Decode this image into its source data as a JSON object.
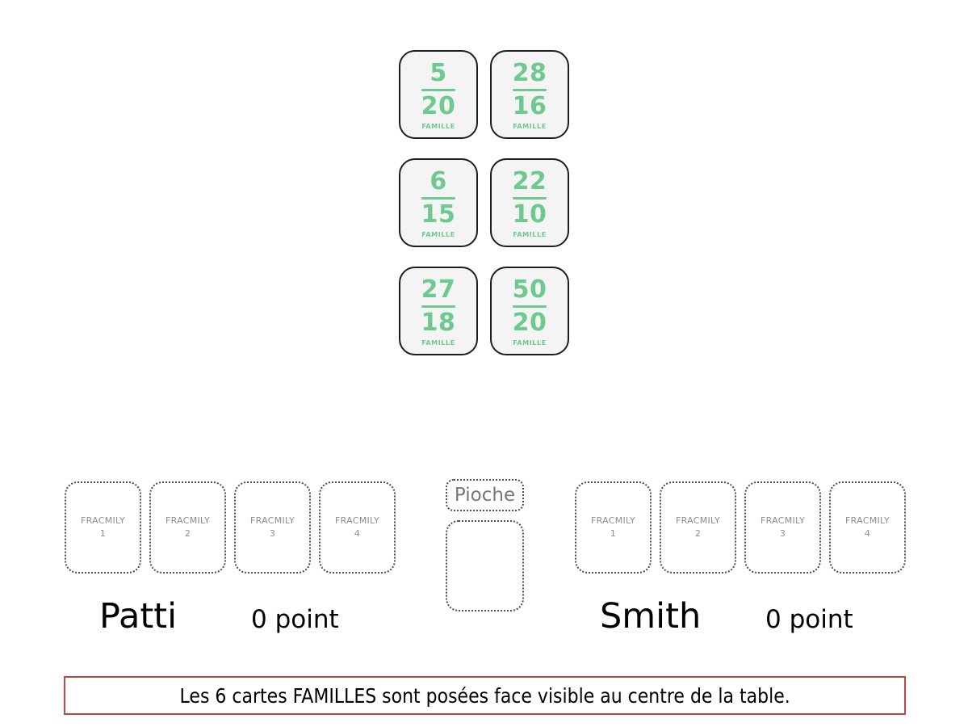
{
  "colors": {
    "accent_green": "#6dc98e",
    "card_background": "#f4f4f4",
    "card_border": "#1d1d1d",
    "placeholder_text": "#8d8d8d",
    "message_border": "#c54343"
  },
  "center_table": {
    "family_cards": [
      {
        "numerator": "5",
        "denominator": "20",
        "label": "FAMILLE"
      },
      {
        "numerator": "28",
        "denominator": "16",
        "label": "FAMILLE"
      },
      {
        "numerator": "6",
        "denominator": "15",
        "label": "FAMILLE"
      },
      {
        "numerator": "22",
        "denominator": "10",
        "label": "FAMILLE"
      },
      {
        "numerator": "27",
        "denominator": "18",
        "label": "FAMILLE"
      },
      {
        "numerator": "50",
        "denominator": "20",
        "label": "FAMILLE"
      }
    ]
  },
  "draw_pile": {
    "label": "Pioche"
  },
  "players": [
    {
      "name": "Patti",
      "score": "0 point",
      "slots": [
        {
          "game": "FRACMILY",
          "number": "1"
        },
        {
          "game": "FRACMILY",
          "number": "2"
        },
        {
          "game": "FRACMILY",
          "number": "3"
        },
        {
          "game": "FRACMILY",
          "number": "4"
        }
      ]
    },
    {
      "name": "Smith",
      "score": "0 point",
      "slots": [
        {
          "game": "FRACMILY",
          "number": "1"
        },
        {
          "game": "FRACMILY",
          "number": "2"
        },
        {
          "game": "FRACMILY",
          "number": "3"
        },
        {
          "game": "FRACMILY",
          "number": "4"
        }
      ]
    }
  ],
  "message": {
    "text": "Les 6 cartes FAMILLES sont posées face visible au centre de la table."
  }
}
